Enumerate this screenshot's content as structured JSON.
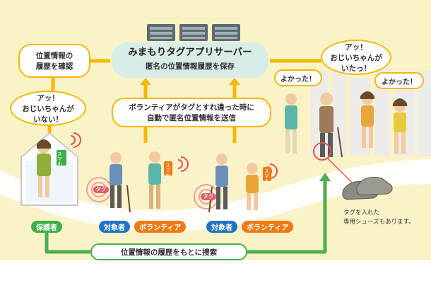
{
  "server": {
    "title": "みまもりタグアプリサーバー",
    "subtitle": "匿名の位置情報履歴を保存"
  },
  "history_check": {
    "line1": "位置情報の",
    "line2": "履歴を確認"
  },
  "volunteer_note": {
    "line1": "ボランティアがタグとすれ違った時に",
    "line2": "自動で匿名位置情報を送信"
  },
  "speech": {
    "missing_line1": "アッ！",
    "missing_line2": "おじいちゃんが",
    "missing_line3": "いない！",
    "found_line1": "アッ！",
    "found_line2": "おじいちゃんが",
    "found_line3": "いたっ！",
    "relief_left": "よかった！",
    "relief_right": "よかった！"
  },
  "labels": {
    "guardian": "保護者",
    "target_1": "対象者",
    "volunteer_1": "ボランティア",
    "target_2": "対象者",
    "volunteer_2": "ボランティア",
    "tag_1": "タグ",
    "tag_2": "タグ",
    "smartphone_1": "スマホ",
    "smartphone_2": "スマホ",
    "smartphone_3": "スマホ"
  },
  "search_bar": "位置情報の履歴をもとに捜索",
  "shoe_note": {
    "line1": "タグを入れた",
    "line2": "専用シューズもあります。"
  },
  "colors": {
    "background": "#fbf3c8",
    "arrow_yellow": "#f5b800",
    "arrow_green": "#4cae4f",
    "server_box": "#d8ece8",
    "pill_blue": "#1f73c4",
    "pill_orange": "#f07a14",
    "pill_green": "#3fae49"
  }
}
